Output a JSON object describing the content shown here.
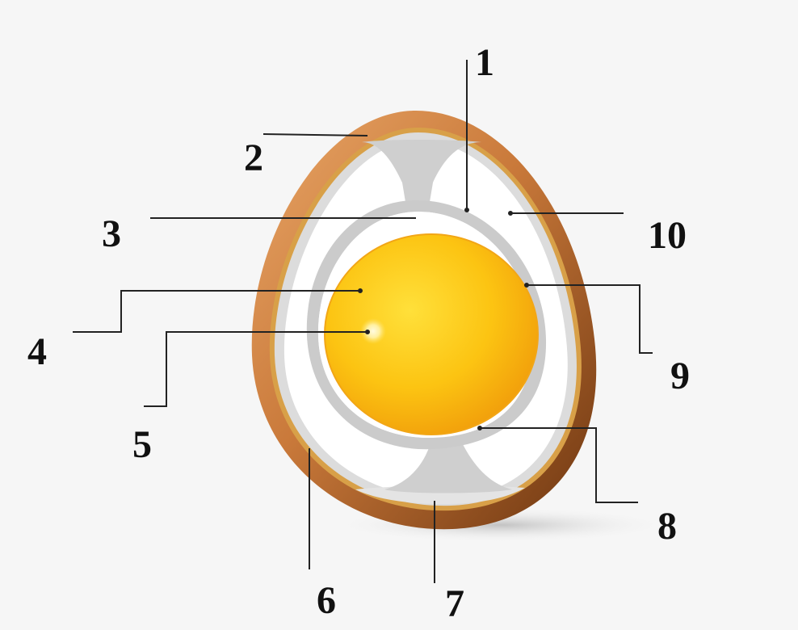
{
  "diagram": {
    "labels": [
      {
        "id": "1",
        "text": "1"
      },
      {
        "id": "2",
        "text": "2"
      },
      {
        "id": "3",
        "text": "3"
      },
      {
        "id": "4",
        "text": "4"
      },
      {
        "id": "5",
        "text": "5"
      },
      {
        "id": "6",
        "text": "6"
      },
      {
        "id": "7",
        "text": "7"
      },
      {
        "id": "8",
        "text": "8"
      },
      {
        "id": "9",
        "text": "9"
      },
      {
        "id": "10",
        "text": "10"
      }
    ]
  },
  "colors": {
    "background": "#f6f6f6",
    "shell_outer": "#c77a3f",
    "shell_dark": "#7a3e14",
    "shell_light": "#e7a76c",
    "albumen": "#ffffff",
    "membrane": "#cfcfcf",
    "yolk_center": "#ffd21a",
    "yolk_edge": "#f3a20c",
    "germinal_disc": "#fff3a6",
    "leader_line": "#222222"
  }
}
